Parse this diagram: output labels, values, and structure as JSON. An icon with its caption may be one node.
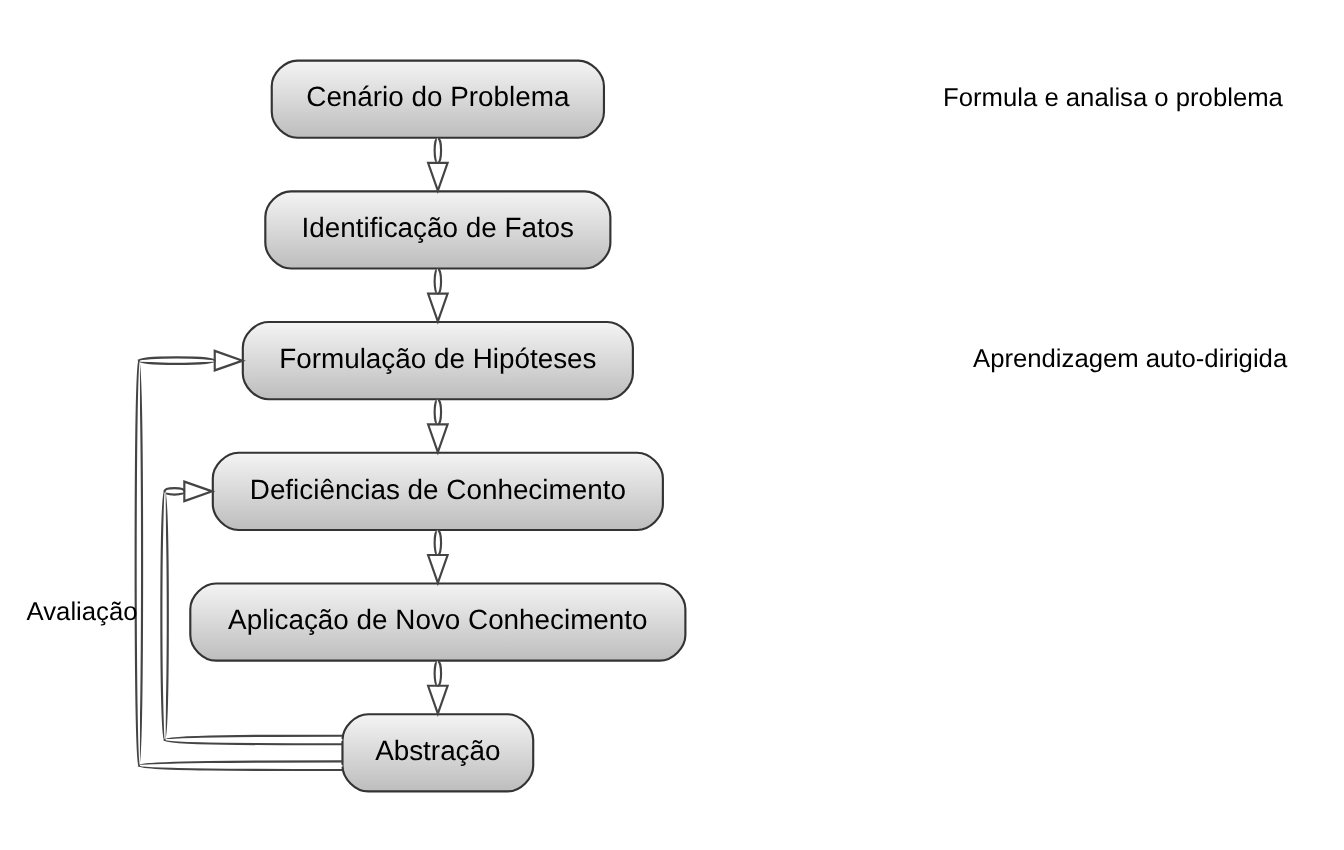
{
  "diagram": {
    "nodes": [
      {
        "text": [
          "Cenário do Problema"
        ]
      },
      {
        "text": [
          "Identificação de Fatos"
        ]
      },
      {
        "text": [
          "Formulação de Hipóteses"
        ]
      },
      {
        "text": [
          "Deficiências de Conhecimento"
        ]
      },
      {
        "text": [
          "Aplicação de Novo Conhecimento"
        ]
      },
      {
        "text": [
          "Abstração"
        ]
      }
    ],
    "edges": [
      {
        "from": 0,
        "to": 1,
        "arrow": "to"
      },
      {
        "from": 1,
        "to": 2,
        "arrow": "to"
      },
      {
        "from": 2,
        "to": 3,
        "arrow": "to"
      },
      {
        "from": 3,
        "to": 4,
        "arrow": "to"
      },
      {
        "from": 4,
        "to": 5,
        "arrow": "to"
      },
      {
        "from": 5,
        "to": 2,
        "arrow": "to",
        "label": "Avaliação"
      },
      {
        "from": 5,
        "to": 3,
        "arrow": "to"
      }
    ],
    "labels": [
      "Formula e analisa o problema",
      "Aprendizagem auto-dirigida"
    ]
  }
}
